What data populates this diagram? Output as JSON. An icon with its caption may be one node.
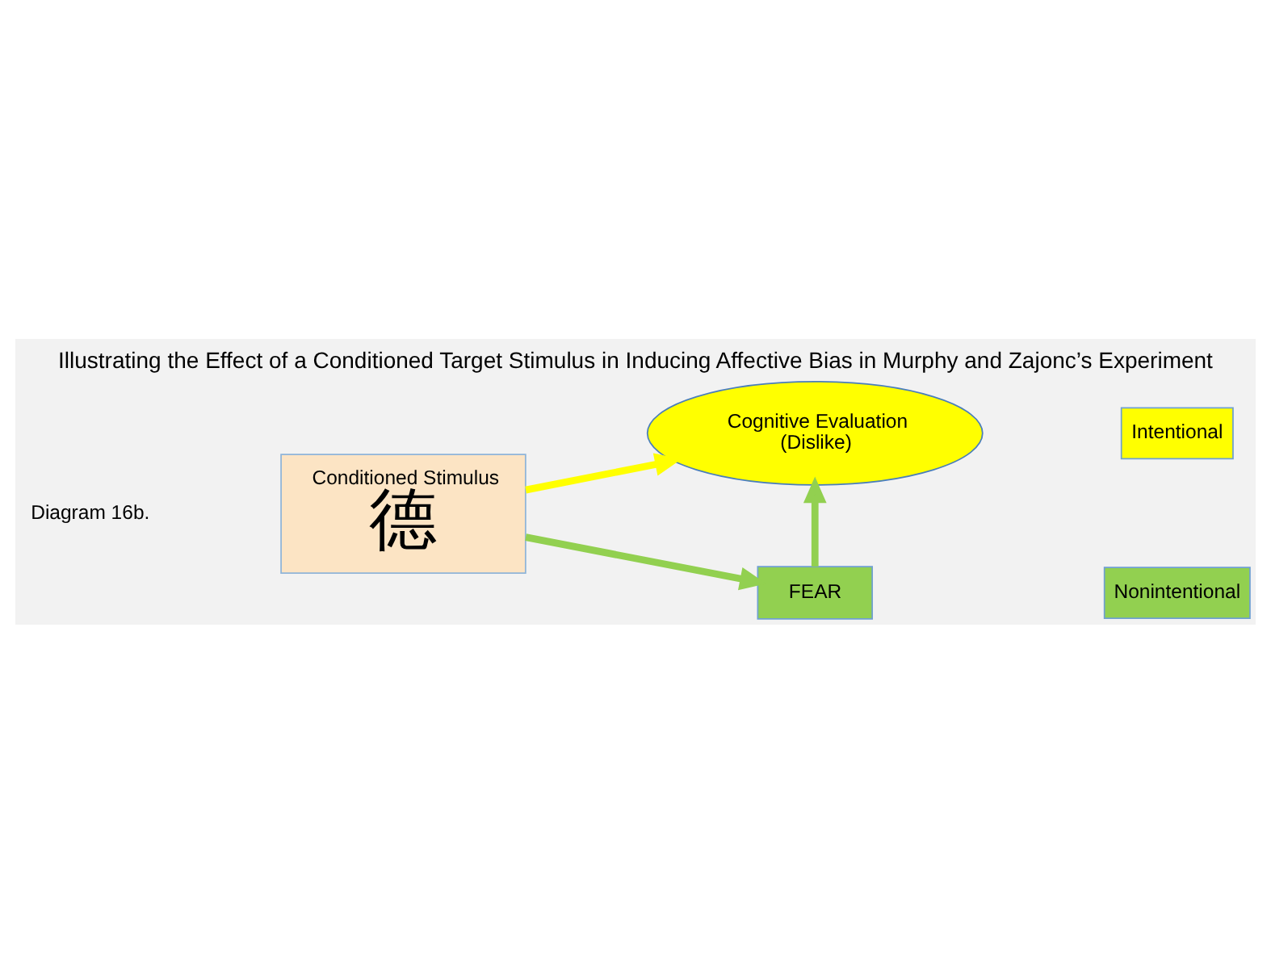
{
  "diagram": {
    "title": "Illustrating the Effect of a Conditioned Target Stimulus in Inducing Affective Bias in Murphy and Zajonc’s Experiment",
    "nodes": [
      {
        "text": [
          "Conditioned Stimulus",
          "德"
        ]
      },
      {
        "text": [
          "Cognitive Evaluation",
          "(Dislike)"
        ]
      },
      {
        "text": [
          "FEAR"
        ]
      }
    ],
    "edges": [
      {
        "from": 0,
        "to": 1,
        "arrow": "to",
        "color": "#ffff00"
      },
      {
        "from": 0,
        "to": 2,
        "arrow": "to"
      },
      {
        "from": 2,
        "to": 1,
        "arrow": "to"
      }
    ],
    "labels": [
      "Diagram 16b."
    ],
    "legend": [
      {
        "text": "Intentional",
        "color": "#ffff00"
      },
      {
        "text": "Nonintentional",
        "color": "#92d050"
      }
    ]
  }
}
